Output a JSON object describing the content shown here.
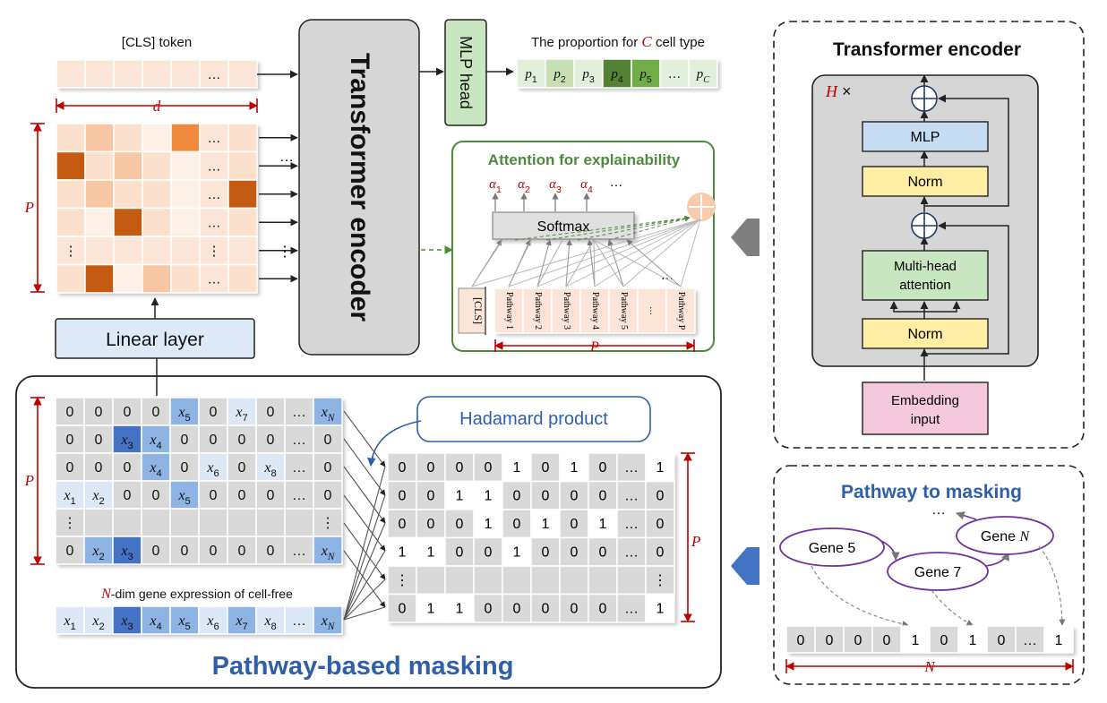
{
  "cls_token": {
    "label": "[CLS] token",
    "cells": [
      "",
      "",
      "",
      "",
      "",
      "…",
      ""
    ],
    "width_symbol": "d"
  },
  "token_matrix": {
    "height_symbol": "P",
    "rows": [
      [
        1,
        2,
        1,
        0,
        3,
        "…",
        1
      ],
      [
        4,
        1,
        2,
        1,
        0,
        "…",
        1
      ],
      [
        1,
        2,
        1,
        1,
        0,
        "…",
        4
      ],
      [
        1,
        0,
        4,
        1,
        0,
        "…",
        1
      ],
      [
        "⋮",
        "",
        "",
        "",
        "",
        "⋮",
        ""
      ],
      [
        1,
        4,
        0,
        2,
        1,
        "…",
        1
      ]
    ],
    "side_ellipsis": "…",
    "side_vdots": "⋮"
  },
  "linear_layer": {
    "label": "Linear layer"
  },
  "transformer_block": {
    "label": "Transformer encoder"
  },
  "mlp_head": {
    "label": "MLP head"
  },
  "proportion": {
    "title": "The proportion for",
    "title_symbol": "C",
    "title_suffix": "cell type",
    "cells": [
      {
        "sym": "p",
        "sub": "1",
        "level": 0
      },
      {
        "sym": "p",
        "sub": "2",
        "level": 1
      },
      {
        "sym": "p",
        "sub": "3",
        "level": 0
      },
      {
        "sym": "p",
        "sub": "4",
        "level": 3
      },
      {
        "sym": "p",
        "sub": "5",
        "level": 2
      },
      {
        "sym": "…",
        "sub": "",
        "level": 0
      },
      {
        "sym": "p",
        "sub": "C",
        "level": 0
      }
    ]
  },
  "attention": {
    "title": "Attention for explainability",
    "alphas": [
      {
        "sym": "α",
        "sub": "1"
      },
      {
        "sym": "α",
        "sub": "2"
      },
      {
        "sym": "α",
        "sub": "3"
      },
      {
        "sym": "α",
        "sub": "4"
      }
    ],
    "alpha_ellipsis": "…",
    "softmax": "Softmax",
    "cls": "[CLS]",
    "pathways": [
      "Pathway 1",
      "Pathway 2",
      "Pathway 3",
      "Pathway 4",
      "Pathway 5",
      "…",
      "Pathway P"
    ],
    "top_ellipsis": "…",
    "span_symbol": "P"
  },
  "encoder_detail": {
    "title": "Transformer encoder",
    "repeat_symbol": "H",
    "repeat_times": "×",
    "mlp": "MLP",
    "norm_top": "Norm",
    "attention_line1": "Multi-head",
    "attention_line2": "attention",
    "norm_bottom": "Norm",
    "embedding_line1": "Embedding",
    "embedding_line2": "input",
    "plus": "+"
  },
  "gene_matrix": {
    "height_symbol": "P",
    "rows": [
      [
        [
          "0",
          ""
        ],
        [
          "0",
          ""
        ],
        [
          "0",
          ""
        ],
        [
          "0",
          ""
        ],
        [
          "x",
          "5"
        ],
        [
          "0",
          ""
        ],
        [
          "x",
          "7"
        ],
        [
          "0",
          ""
        ],
        [
          "…",
          ""
        ],
        [
          "x",
          "N"
        ]
      ],
      [
        [
          "0",
          ""
        ],
        [
          "0",
          ""
        ],
        [
          "x",
          "3"
        ],
        [
          "x",
          "4"
        ],
        [
          "0",
          ""
        ],
        [
          "0",
          ""
        ],
        [
          "0",
          ""
        ],
        [
          "0",
          ""
        ],
        [
          "…",
          ""
        ],
        [
          "0",
          ""
        ]
      ],
      [
        [
          "0",
          ""
        ],
        [
          "0",
          ""
        ],
        [
          "0",
          ""
        ],
        [
          "x",
          "4"
        ],
        [
          "0",
          ""
        ],
        [
          "x",
          "6"
        ],
        [
          "0",
          ""
        ],
        [
          "x",
          "8"
        ],
        [
          "…",
          ""
        ],
        [
          "0",
          ""
        ]
      ],
      [
        [
          "x",
          "1"
        ],
        [
          "x",
          "2"
        ],
        [
          "0",
          ""
        ],
        [
          "0",
          ""
        ],
        [
          "x",
          "5"
        ],
        [
          "0",
          ""
        ],
        [
          "0",
          ""
        ],
        [
          "0",
          ""
        ],
        [
          "…",
          ""
        ],
        [
          "0",
          ""
        ]
      ],
      [
        [
          "⋮",
          ""
        ],
        [
          "",
          ""
        ],
        [
          "",
          ""
        ],
        [
          "",
          ""
        ],
        [
          "",
          ""
        ],
        [
          "",
          ""
        ],
        [
          "",
          ""
        ],
        [
          "",
          ""
        ],
        [
          "",
          ""
        ],
        [
          "⋮",
          ""
        ]
      ],
      [
        [
          "0",
          ""
        ],
        [
          "x",
          "2"
        ],
        [
          "x",
          "3"
        ],
        [
          "0",
          ""
        ],
        [
          "0",
          ""
        ],
        [
          "0",
          ""
        ],
        [
          "0",
          ""
        ],
        [
          "0",
          ""
        ],
        [
          "…",
          ""
        ],
        [
          "x",
          "N"
        ]
      ]
    ],
    "shades": [
      [
        0,
        0,
        0,
        0,
        2,
        0,
        1,
        0,
        0,
        2
      ],
      [
        0,
        0,
        3,
        2,
        0,
        0,
        0,
        0,
        0,
        0
      ],
      [
        0,
        0,
        0,
        2,
        0,
        1,
        0,
        1,
        0,
        0
      ],
      [
        1,
        1,
        0,
        0,
        2,
        0,
        0,
        0,
        0,
        0
      ],
      [
        0,
        0,
        0,
        0,
        0,
        0,
        0,
        0,
        0,
        0
      ],
      [
        0,
        2,
        3,
        0,
        0,
        0,
        0,
        0,
        0,
        2
      ]
    ]
  },
  "expression_vector": {
    "label_symbol": "N",
    "label_text": "-dim gene expression of cell-free",
    "cells": [
      [
        "x",
        "1"
      ],
      [
        "x",
        "2"
      ],
      [
        "x",
        "3"
      ],
      [
        "x",
        "4"
      ],
      [
        "x",
        "5"
      ],
      [
        "x",
        "6"
      ],
      [
        "x",
        "7"
      ],
      [
        "x",
        "8"
      ],
      [
        "…",
        ""
      ],
      [
        "x",
        "N"
      ]
    ],
    "shades": [
      1,
      1,
      3,
      2,
      2,
      1,
      2,
      1,
      0,
      2
    ]
  },
  "hadamard": {
    "label": "Hadamard product"
  },
  "mask_matrix": {
    "height_symbol": "P",
    "rows": [
      [
        "0",
        "0",
        "0",
        "0",
        "1",
        "0",
        "1",
        "0",
        "…",
        "1"
      ],
      [
        "0",
        "0",
        "1",
        "1",
        "0",
        "0",
        "0",
        "0",
        "…",
        "0"
      ],
      [
        "0",
        "0",
        "0",
        "1",
        "0",
        "1",
        "0",
        "1",
        "…",
        "0"
      ],
      [
        "1",
        "1",
        "0",
        "0",
        "1",
        "0",
        "0",
        "0",
        "…",
        "0"
      ],
      [
        "⋮",
        "",
        "",
        "",
        "",
        "",
        "",
        "",
        "",
        "⋮"
      ],
      [
        "0",
        "1",
        "1",
        "0",
        "0",
        "0",
        "0",
        "0",
        "…",
        "1"
      ]
    ]
  },
  "pathway_masking": {
    "section_title": "Pathway-based masking"
  },
  "pathway_to_mask": {
    "title": "Pathway to masking",
    "top_ellipsis": "…",
    "genes": [
      {
        "name": "Gene",
        "num": "5",
        "italic": false
      },
      {
        "name": "Gene",
        "num": "7",
        "italic": false
      },
      {
        "name": "Gene",
        "num": "N",
        "italic": true
      }
    ],
    "vector": [
      "0",
      "0",
      "0",
      "0",
      "1",
      "0",
      "1",
      "0",
      "…",
      "1"
    ],
    "span_symbol": "N"
  },
  "colors": {
    "accent_red": "#c00000",
    "accent_blue": "#2e5fa8",
    "accent_green": "#4f8a3c",
    "gray_block": "#d6d6d6",
    "mlp_green": "#c8e6bf",
    "linear_blue": "#dde9f7",
    "norm_yellow": "#ffeea3",
    "mlp_blue": "#c5dcf3",
    "embed_pink": "#f4c8dd",
    "gene_purple": "#7030a0"
  }
}
